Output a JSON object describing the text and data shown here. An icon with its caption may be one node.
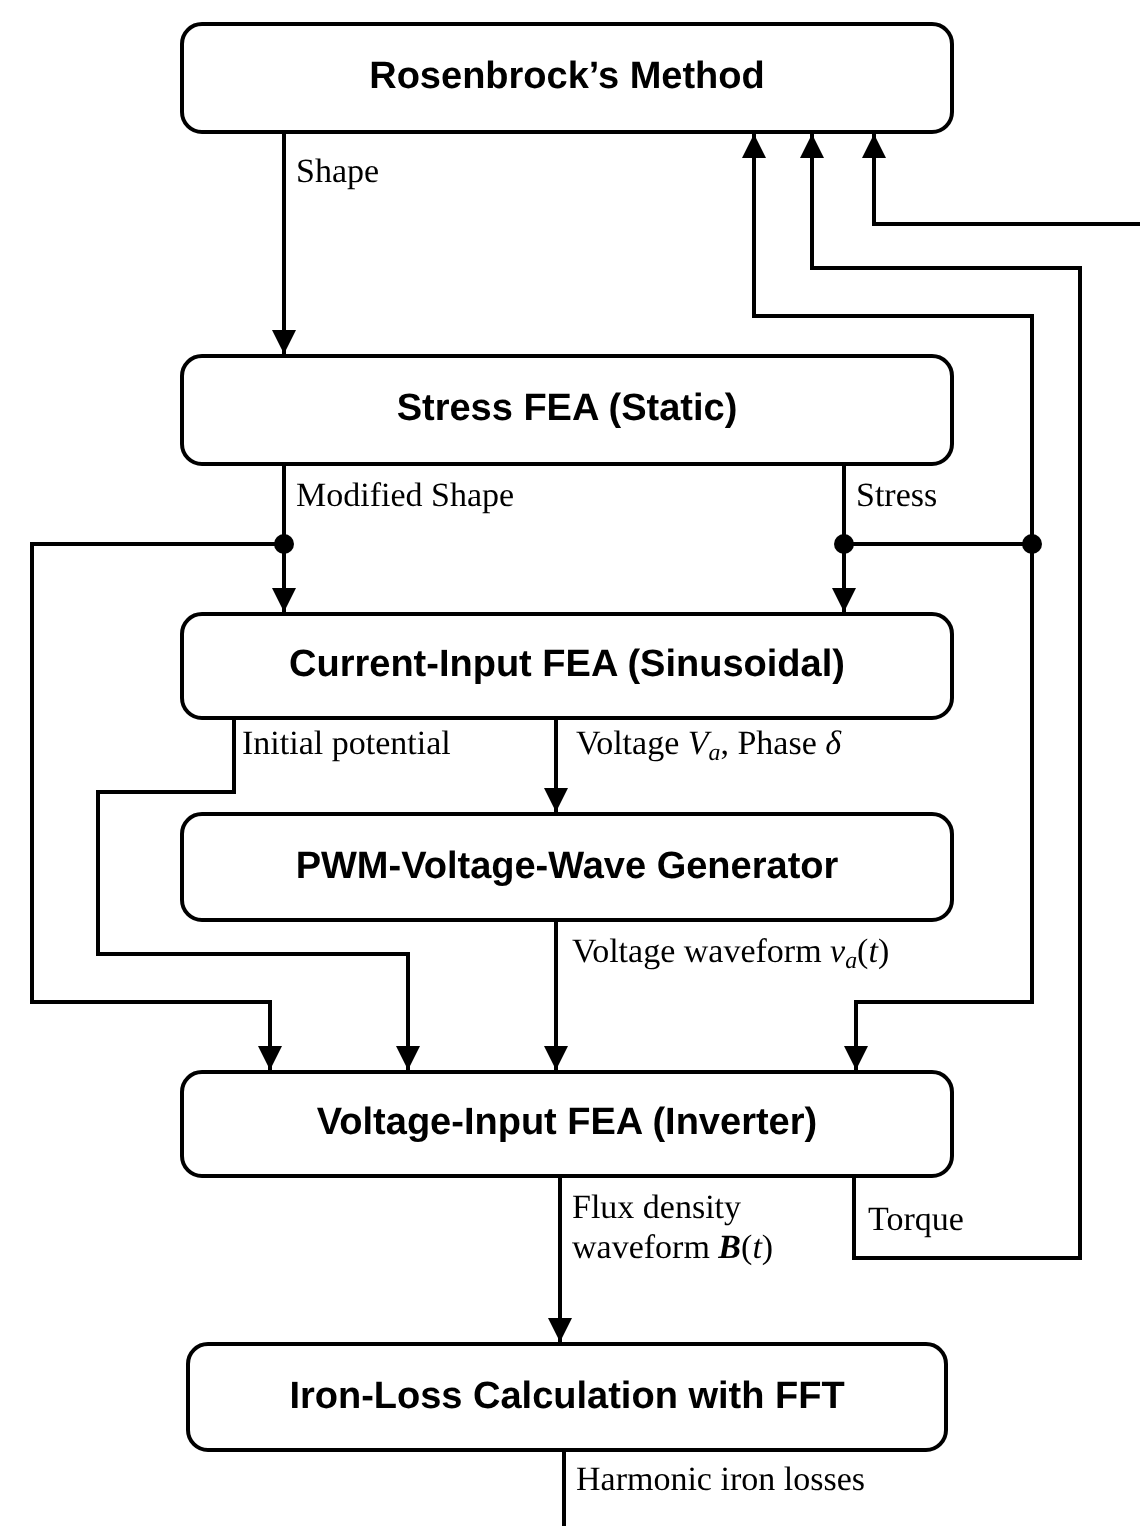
{
  "diagram": {
    "nodes": [
      {
        "text": [
          "Rosenbrock’s Method"
        ]
      },
      {
        "text": [
          "Stress FEA (Static)"
        ]
      },
      {
        "text": [
          "Current-Input FEA (Sinusoidal)"
        ]
      },
      {
        "text": [
          "PWM-Voltage-Wave Generator"
        ]
      },
      {
        "text": [
          "Voltage-Input FEA (Inverter)"
        ]
      },
      {
        "text": [
          "Iron-Loss Calculation with FFT"
        ]
      }
    ],
    "edges": [
      {
        "from": 0,
        "to": 1,
        "arrow": "to",
        "label": "Shape"
      },
      {
        "from": 1,
        "to": 2,
        "arrow": "to",
        "label": "Modified Shape"
      },
      {
        "from": 1,
        "to": 2,
        "arrow": "to",
        "label": "Stress"
      },
      {
        "from": 1,
        "to": 4,
        "arrow": "to"
      },
      {
        "from": 1,
        "to": 4,
        "arrow": "to"
      },
      {
        "from": 1,
        "to": 0,
        "arrow": "to"
      },
      {
        "from": 4,
        "to": 0,
        "arrow": "to",
        "label": "Torque"
      },
      {
        "from": null,
        "to": 0,
        "arrow": "to"
      },
      {
        "from": 2,
        "to": 3,
        "arrow": "to",
        "label": "Voltage *V*$_{a}$, Phase *δ*"
      },
      {
        "from": 2,
        "to": 4,
        "arrow": "to",
        "label": "Initial potential"
      },
      {
        "from": 3,
        "to": 4,
        "arrow": "to",
        "label": "Voltage waveform *v*$_{a}$(*t*)"
      },
      {
        "from": 4,
        "to": 5,
        "arrow": "to",
        "label": "Flux density waveform **B**(*t*)"
      },
      {
        "from": 5,
        "to": null,
        "arrow": "none",
        "label": "Harmonic iron losses"
      }
    ]
  }
}
